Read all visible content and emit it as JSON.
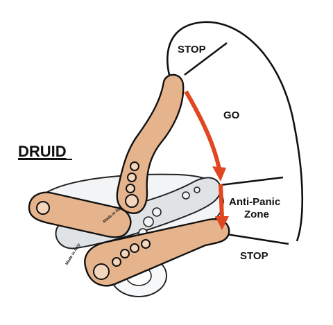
{
  "title": "DRUID",
  "zones": {
    "stop_top": "STOP",
    "go": "GO",
    "anti_panic_line1": "Anti-Panic",
    "anti_panic_line2": "Zone",
    "stop_bottom": "STOP"
  },
  "colors": {
    "part_fill": "#e6b48c",
    "arrow": "#e0461f",
    "grey_part": "#dfe3e6",
    "outline": "#111111"
  }
}
